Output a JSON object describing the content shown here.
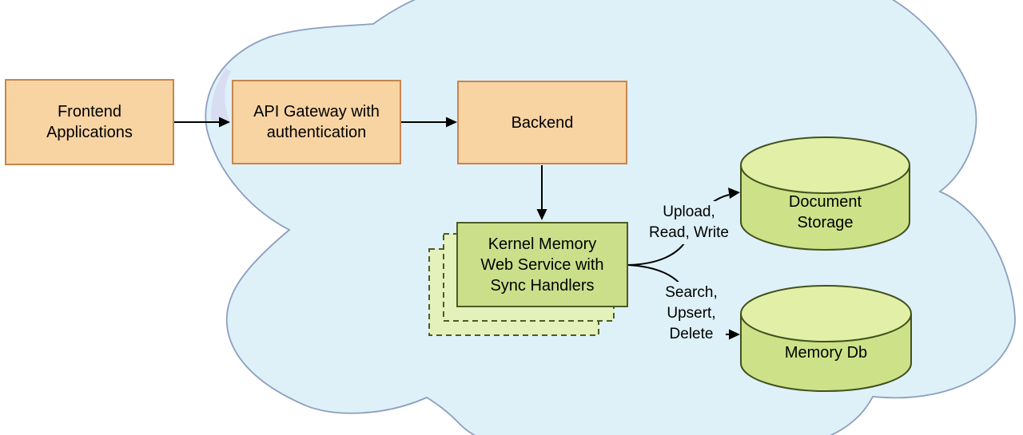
{
  "colors": {
    "background": "#ffffff",
    "cloud_fill": "#def1f8",
    "cloud_stroke": "#8d9fc0",
    "node_fill": "#f8d4a3",
    "node_stroke": "#c8854c",
    "service_fill": "#cbdf8b",
    "service_stroke": "#4c5a26",
    "replica_fill": "#e4f1ba",
    "db_fill": "#cde288",
    "db_top_fill": "#e2f0a7",
    "db_stroke": "#42511f",
    "connector": "#000000",
    "text": "#000000",
    "accent_lavender": "#d8ddf3"
  },
  "nodes": {
    "frontend": {
      "label": "Frontend\nApplications"
    },
    "api_gateway": {
      "label": "API Gateway with\nauthentication"
    },
    "backend": {
      "label": "Backend"
    },
    "kernel_memory": {
      "label": "Kernel Memory\nWeb Service with\nSync Handlers"
    },
    "document_storage": {
      "label": "Document\nStorage"
    },
    "memory_db": {
      "label": "Memory Db"
    }
  },
  "edges": {
    "document_ops": {
      "label": "Upload,\nRead, Write"
    },
    "memory_ops": {
      "label": "Search,\nUpsert,\nDelete"
    }
  }
}
